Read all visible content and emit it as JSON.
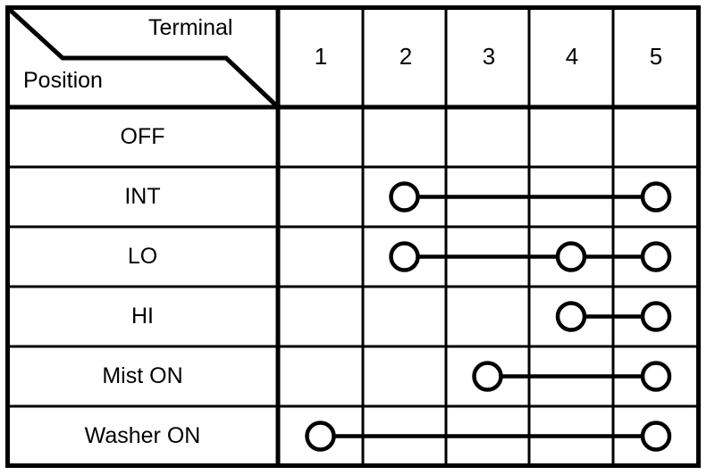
{
  "table": {
    "corner": {
      "terminal_label": "Terminal",
      "position_label": "Position"
    },
    "column_headers": [
      "1",
      "2",
      "3",
      "4",
      "5"
    ],
    "rows": [
      {
        "label": "OFF",
        "terminals": []
      },
      {
        "label": "INT",
        "terminals": [
          2,
          5
        ]
      },
      {
        "label": "LO",
        "terminals": [
          2,
          4,
          5
        ]
      },
      {
        "label": "HI",
        "terminals": [
          4,
          5
        ]
      },
      {
        "label": "Mist ON",
        "terminals": [
          3,
          5
        ]
      },
      {
        "label": "Washer ON",
        "terminals": [
          1,
          5
        ]
      }
    ],
    "colors": {
      "line": "#000000",
      "background": "#ffffff",
      "text": "#000000"
    }
  },
  "chart_data": {
    "type": "table",
    "title": "",
    "categories": [
      "1",
      "2",
      "3",
      "4",
      "5"
    ],
    "series": [
      {
        "name": "OFF",
        "values": [
          0,
          0,
          0,
          0,
          0
        ]
      },
      {
        "name": "INT",
        "values": [
          0,
          1,
          0,
          0,
          1
        ]
      },
      {
        "name": "LO",
        "values": [
          0,
          1,
          0,
          1,
          1
        ]
      },
      {
        "name": "HI",
        "values": [
          0,
          0,
          0,
          1,
          1
        ]
      },
      {
        "name": "Mist ON",
        "values": [
          0,
          0,
          1,
          0,
          1
        ]
      },
      {
        "name": "Washer ON",
        "values": [
          1,
          0,
          0,
          0,
          1
        ]
      }
    ],
    "xlabel": "Terminal",
    "ylabel": "Position",
    "grid": true,
    "legend": "none"
  }
}
